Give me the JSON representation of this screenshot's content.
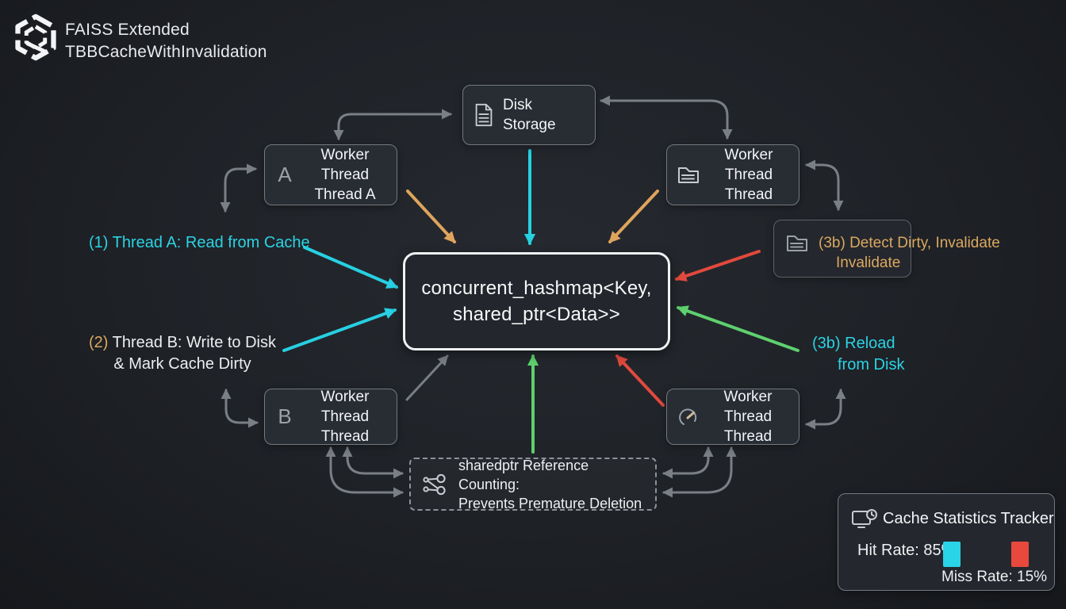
{
  "colors": {
    "background": "#1e2126",
    "box_background": "#282c33",
    "box_border": "#747980",
    "center_border": "#eef0f2",
    "cyan": "#27d0e2",
    "orange": "#dfa45c",
    "green": "#5ed06e",
    "red": "#e2493e",
    "gray_arrow": "#7a7f85"
  },
  "header": {
    "logo_icon": "hexagon-logo",
    "title_line1": "FAISS Extended",
    "title_line2": "TBBCacheWithInvalidation"
  },
  "nodes": {
    "disk_storage": {
      "icon": "document-icon",
      "line1": "Disk",
      "line2": "Storage"
    },
    "worker_a": {
      "badge": "A",
      "line1": "Worker Thread",
      "line2": "Thread A"
    },
    "worker_top_right": {
      "icon": "folder-icon",
      "line1": "Worker Thread",
      "line2": "Thread"
    },
    "detect_dirty": {
      "icon": "folder-icon",
      "line1": "(3b) Detect Dirty, Invalidate",
      "line2": "Invalidate"
    },
    "center": {
      "line1": "concurrent_hashmap<Key,",
      "line2": "shared_ptr<Data>>"
    },
    "worker_b": {
      "badge": "B",
      "line1": "Worker Thread",
      "line2": "Thread"
    },
    "worker_bottom_right": {
      "icon": "refresh-icon",
      "line1": "Worker Thread",
      "line2": "Thread"
    },
    "shared_ptr_note": {
      "icon": "share-icon",
      "line1": "sharedptr Reference Counting:",
      "line2": "Prevents Premature Deletion"
    }
  },
  "labels": {
    "step1": {
      "text": "(1) Thread A: Read from Cache"
    },
    "step2": {
      "prefix": "(2) ",
      "line1": "Thread B: Write to Disk",
      "line2": "& Mark Cache Dirty"
    },
    "step3": {
      "line1": "(3b) Reload",
      "line2": "from Disk"
    }
  },
  "stats": {
    "icon": "monitor-clock-icon",
    "title": "Cache Statistics Tracker",
    "hit_label": "Hit Rate: 85%",
    "miss_label": "Miss Rate: 15%",
    "hit_color": "#29d3e8",
    "miss_color": "#e8493c"
  }
}
